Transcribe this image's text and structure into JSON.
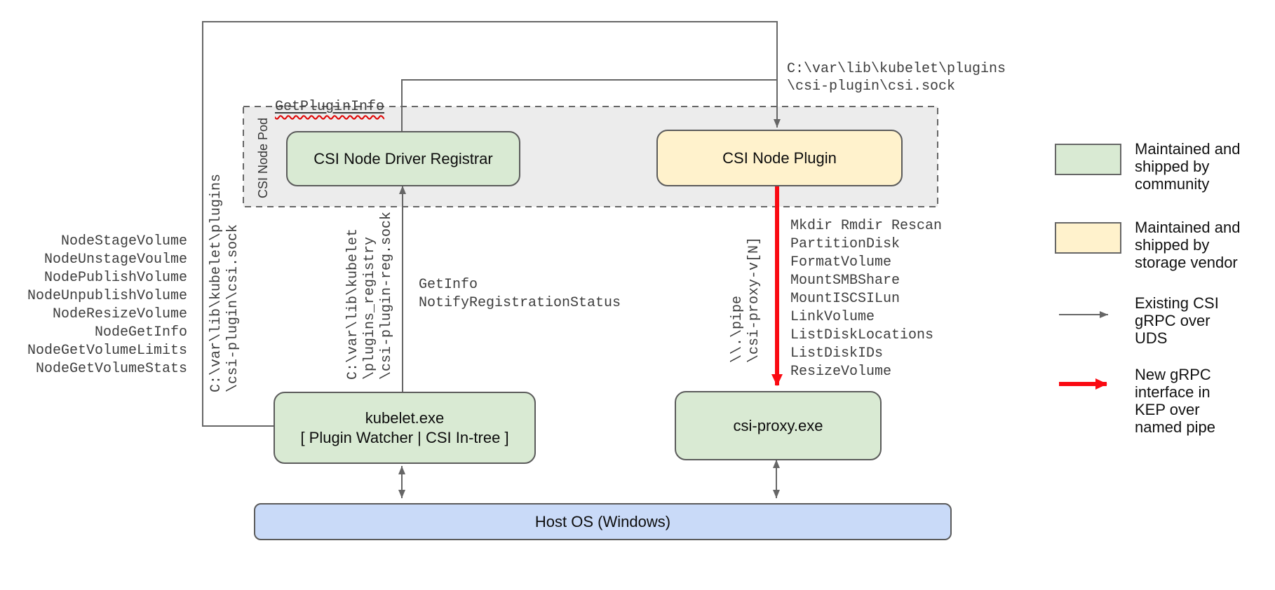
{
  "colors": {
    "community_green": "#d9ead3",
    "vendor_yellow": "#fff2cc",
    "host_blue": "#c9daf8",
    "pod_fill_gray": "#ececec",
    "line_gray": "#666666",
    "new_rpc_red": "#fa0a12",
    "squiggle_red": "#e00000"
  },
  "pod": {
    "label": "CSI Node Pod"
  },
  "nodes": {
    "registrar": {
      "label": "CSI Node Driver Registrar"
    },
    "plugin": {
      "label": "CSI Node Plugin"
    },
    "kubelet": {
      "lines": [
        "kubelet.exe",
        "[ Plugin Watcher | CSI In-tree ]"
      ]
    },
    "csi_proxy": {
      "label": "csi-proxy.exe"
    },
    "host_os": {
      "label": "Host OS (Windows)"
    }
  },
  "annotations": {
    "get_plugin_info": "GetPluginInfo",
    "registration_calls": [
      "GetInfo",
      "NotifyRegistrationStatus"
    ],
    "csi_sock_path_top": [
      "C:\\var\\lib\\kubelet\\plugins",
      "\\csi-plugin\\csi.sock"
    ],
    "csi_sock_path_vertical": [
      "C:\\var\\lib\\kubelet\\plugins",
      "\\csi-plugin\\csi.sock"
    ],
    "registry_sock_path_vertical": [
      "C:\\var\\lib\\kubelet",
      "\\plugins_registry",
      "\\csi-plugin-reg.sock"
    ],
    "named_pipe_vertical": [
      "\\\\.\\pipe",
      "\\csi-proxy-v[N]"
    ],
    "node_rpc_calls": [
      "NodeStageVolume",
      "NodeUnstageVoulme",
      "NodePublishVolume",
      "NodeUnpublishVolume",
      "NodeResizeVolume",
      "NodeGetInfo",
      "NodeGetVolumeLimits",
      "NodeGetVolumeStats"
    ],
    "proxy_api_calls": [
      "Mkdir Rmdir Rescan",
      "PartitionDisk",
      "FormatVolume",
      "MountSMBShare",
      "MountISCSILun",
      "LinkVolume",
      "ListDiskLocations",
      "ListDiskIDs",
      "ResizeVolume"
    ]
  },
  "legend": {
    "community": [
      "Maintained and",
      "shipped by",
      "community"
    ],
    "vendor": [
      "Maintained and",
      "shipped by",
      "storage vendor"
    ],
    "existing_rpc": [
      "Existing CSI",
      "gRPC over",
      "UDS"
    ],
    "new_rpc": [
      "New gRPC",
      "interface in",
      "KEP over",
      "named pipe"
    ]
  }
}
